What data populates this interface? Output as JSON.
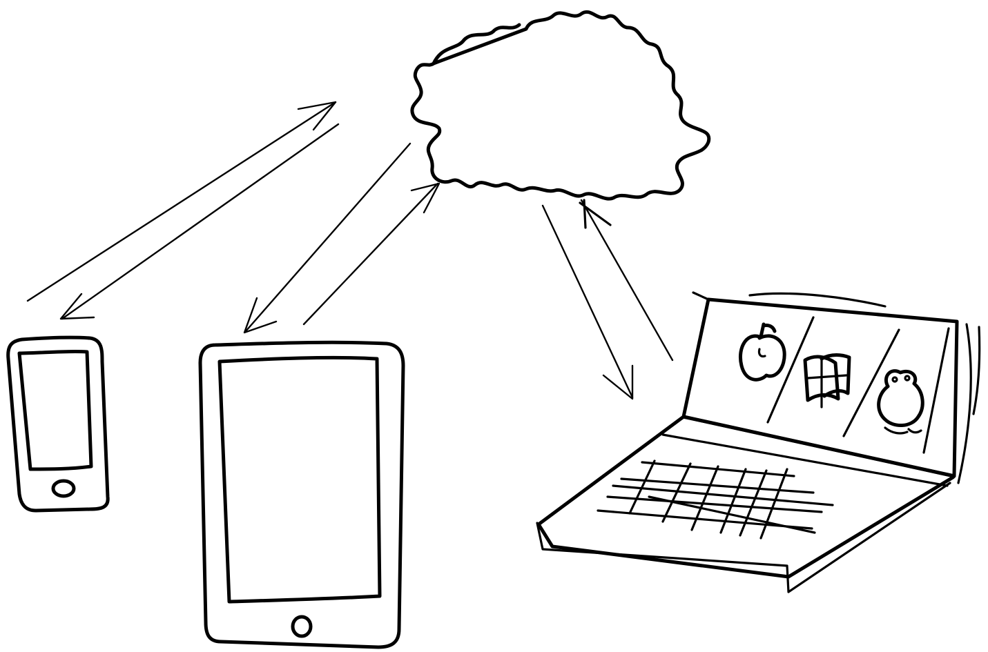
{
  "diagram": {
    "type": "hand-drawn sketch",
    "ink_color": "#000000",
    "background_color": "#ffffff",
    "nodes": [
      {
        "id": "cloud",
        "kind": "cloud",
        "icon": "cloud-icon"
      },
      {
        "id": "phone",
        "kind": "smartphone",
        "icon": "smartphone-icon"
      },
      {
        "id": "tablet",
        "kind": "tablet",
        "icon": "tablet-icon"
      },
      {
        "id": "laptop",
        "kind": "laptop",
        "icon": "laptop-icon",
        "screen_icons": [
          "apple-logo-icon",
          "windows-logo-icon",
          "linux-penguin-icon"
        ]
      }
    ],
    "connections": [
      {
        "from": "phone",
        "to": "cloud",
        "bidirectional": true
      },
      {
        "from": "tablet",
        "to": "cloud",
        "bidirectional": true
      },
      {
        "from": "laptop",
        "to": "cloud",
        "bidirectional": true
      }
    ]
  }
}
